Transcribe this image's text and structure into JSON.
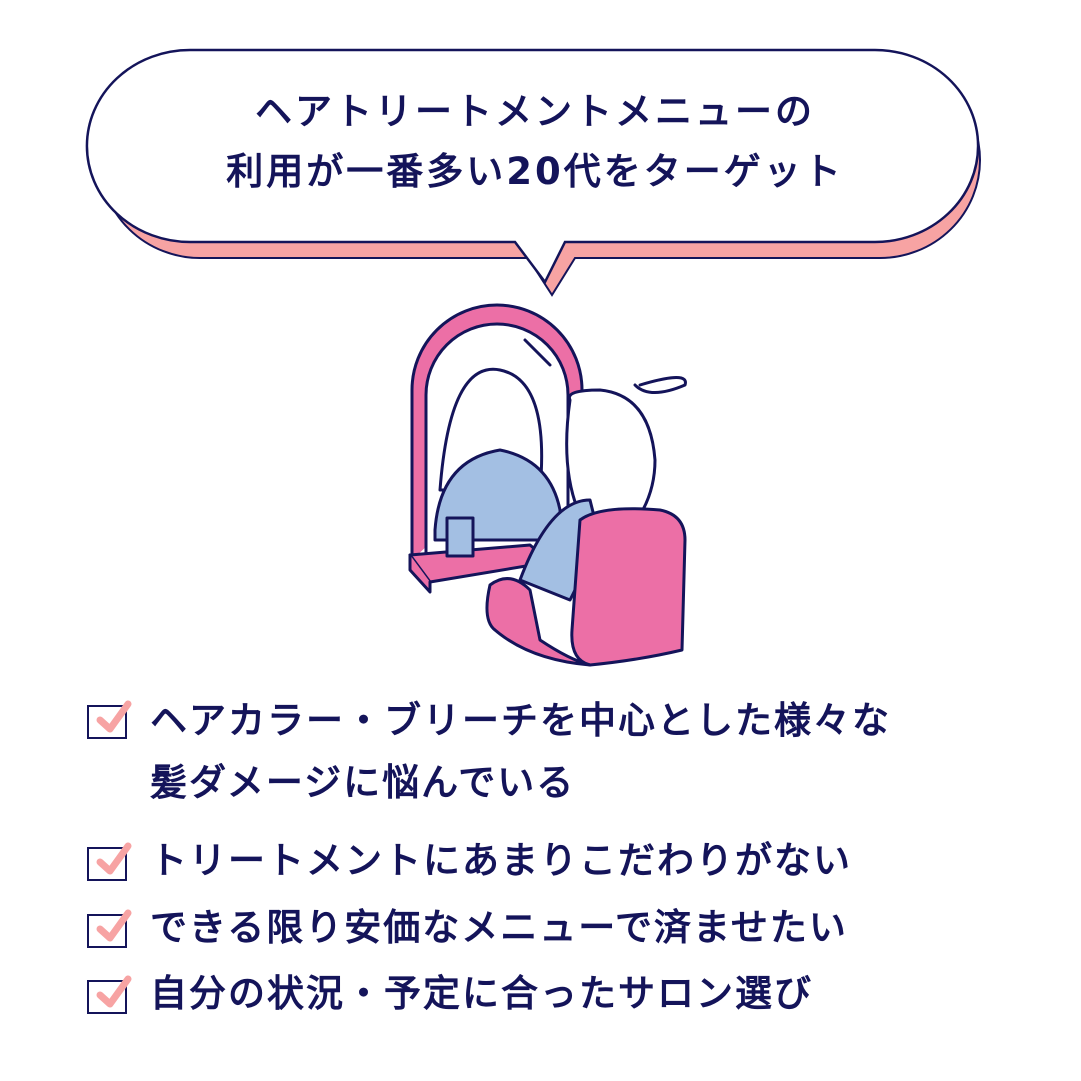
{
  "headline": {
    "line1": "ヘアトリートメントメニューの",
    "line2": "利用が一番多い20代をターゲット"
  },
  "checklist": [
    {
      "line1": "ヘアカラー・ブリーチを中心とした様々な",
      "line2": "髪ダメージに悩んでいる"
    },
    {
      "line1": "トリートメントにあまりこだわりがない"
    },
    {
      "line1": "できる限り安価なメニューで済ませたい"
    },
    {
      "line1": "自分の状況・予定に合ったサロン選び"
    }
  ],
  "colors": {
    "navy": "#14145a",
    "pink": "#f7a3a3",
    "chair": "#ec6fa6",
    "sweater": "#a3bfe3"
  }
}
